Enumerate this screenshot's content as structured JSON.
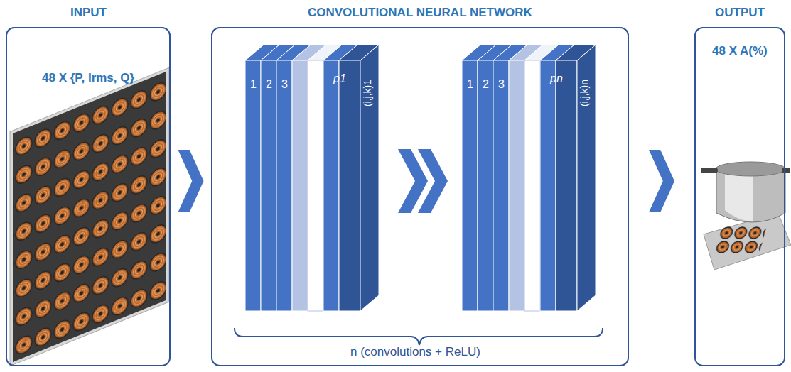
{
  "diagram": {
    "nodes": [
      {
        "text": [
          "INPUT",
          "48 X {P, Irms, Q}"
        ]
      },
      {
        "text": [
          "CONVOLUTIONAL NEURAL NETWORK",
          "n (convolutions + ReLU)"
        ]
      },
      {
        "text": [
          "OUTPUT",
          "48 X A(%)"
        ]
      }
    ],
    "edges": [
      {
        "from": 0,
        "to": 1,
        "arrow": "to"
      },
      {
        "from": 1,
        "to": 2,
        "arrow": "to"
      }
    ],
    "labels": [
      "1",
      "2",
      "3",
      "p1",
      "(i,j,k)1",
      "1",
      "2",
      "3",
      "pn",
      "(i,j,k)n"
    ]
  }
}
